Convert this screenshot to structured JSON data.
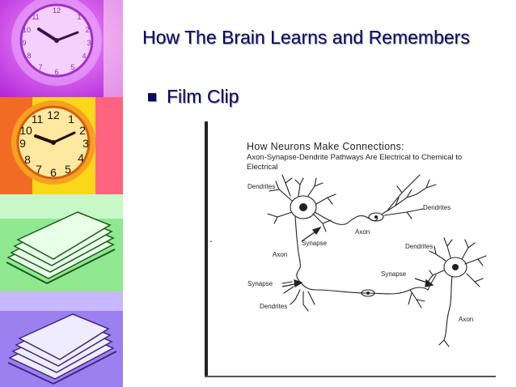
{
  "slide": {
    "title": "How The Brain Learns and Remembers",
    "bullet": "Film Clip"
  },
  "figure": {
    "title": "How Neurons Make Connections:",
    "subtitle": "Axon-Synapse-Dendrite Pathways Are Electrical to Chemical to Electrical",
    "labels": {
      "dendrites_top_left": "Dendrites",
      "dendrites_top_right": "Dendrites",
      "axon_1": "Axon",
      "synapse_1": "Synapse",
      "dendrites_mid_right": "Dendrites",
      "axon_2": "Axon",
      "synapse_2": "Synapse",
      "synapse_3": "Synapse",
      "dendrites_bottom_left": "Dendrites",
      "axon_3": "Axon"
    }
  },
  "colors": {
    "title": "#0a0a60",
    "tile_purple": "#c040e0",
    "tile_yellow": "#f8d818",
    "tile_green": "#58c858",
    "tile_violet": "#9070e8"
  },
  "icons": {
    "clock_purple": "clock-icon",
    "clock_yellow": "clock-icon",
    "papers_green": "papers-icon",
    "papers_violet": "papers-icon"
  }
}
